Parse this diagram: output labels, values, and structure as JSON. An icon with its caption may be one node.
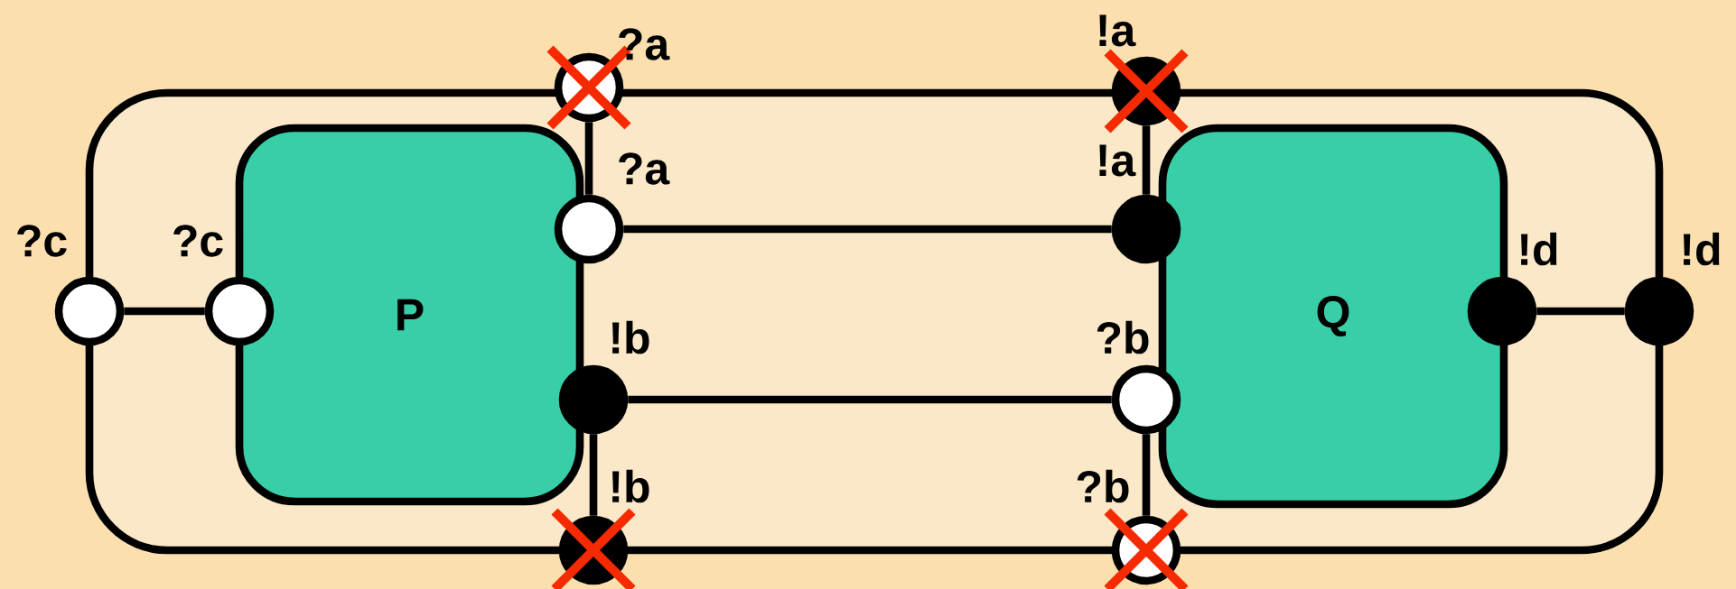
{
  "diagram": {
    "nodes": [
      {
        "text": [],
        "shape": "box"
      },
      {
        "text": [
          "P"
        ],
        "in": 0
      },
      {
        "text": [
          "Q"
        ],
        "in": 0
      },
      {
        "text": [],
        "shape": "circle",
        "beside": [
          "?a"
        ]
      },
      {
        "text": [],
        "shape": "dot",
        "beside": [
          "!a"
        ]
      },
      {
        "text": [],
        "shape": "circle",
        "beside": [
          "?a"
        ],
        "in": 0
      },
      {
        "text": [],
        "shape": "dot",
        "beside": [
          "!a"
        ],
        "in": 0
      },
      {
        "text": [],
        "shape": "circle",
        "beside": [
          "?c"
        ]
      },
      {
        "text": [],
        "shape": "circle",
        "beside": [
          "?c"
        ],
        "in": 0
      },
      {
        "text": [],
        "shape": "dot",
        "beside": [
          "!d"
        ],
        "in": 0
      },
      {
        "text": [],
        "shape": "dot",
        "beside": [
          "!d"
        ]
      },
      {
        "text": [],
        "shape": "dot",
        "beside": [
          "!b"
        ],
        "in": 0
      },
      {
        "text": [],
        "shape": "circle",
        "beside": [
          "?b"
        ],
        "in": 0
      },
      {
        "text": [],
        "shape": "dot",
        "beside": [
          "!b"
        ]
      },
      {
        "text": [],
        "shape": "circle",
        "beside": [
          "?b"
        ]
      }
    ],
    "edges": [
      {
        "from": 7,
        "to": 8,
        "arrow": "none"
      },
      {
        "from": 5,
        "to": 6,
        "arrow": "none"
      },
      {
        "from": 11,
        "to": 12,
        "arrow": "none"
      },
      {
        "from": 9,
        "to": 10,
        "arrow": "none"
      },
      {
        "from": 5,
        "to": 3,
        "arrow": "none"
      },
      {
        "from": 6,
        "to": 4,
        "arrow": "none"
      },
      {
        "from": 11,
        "to": 13,
        "arrow": "none"
      },
      {
        "from": 12,
        "to": 14,
        "arrow": "none"
      }
    ]
  }
}
